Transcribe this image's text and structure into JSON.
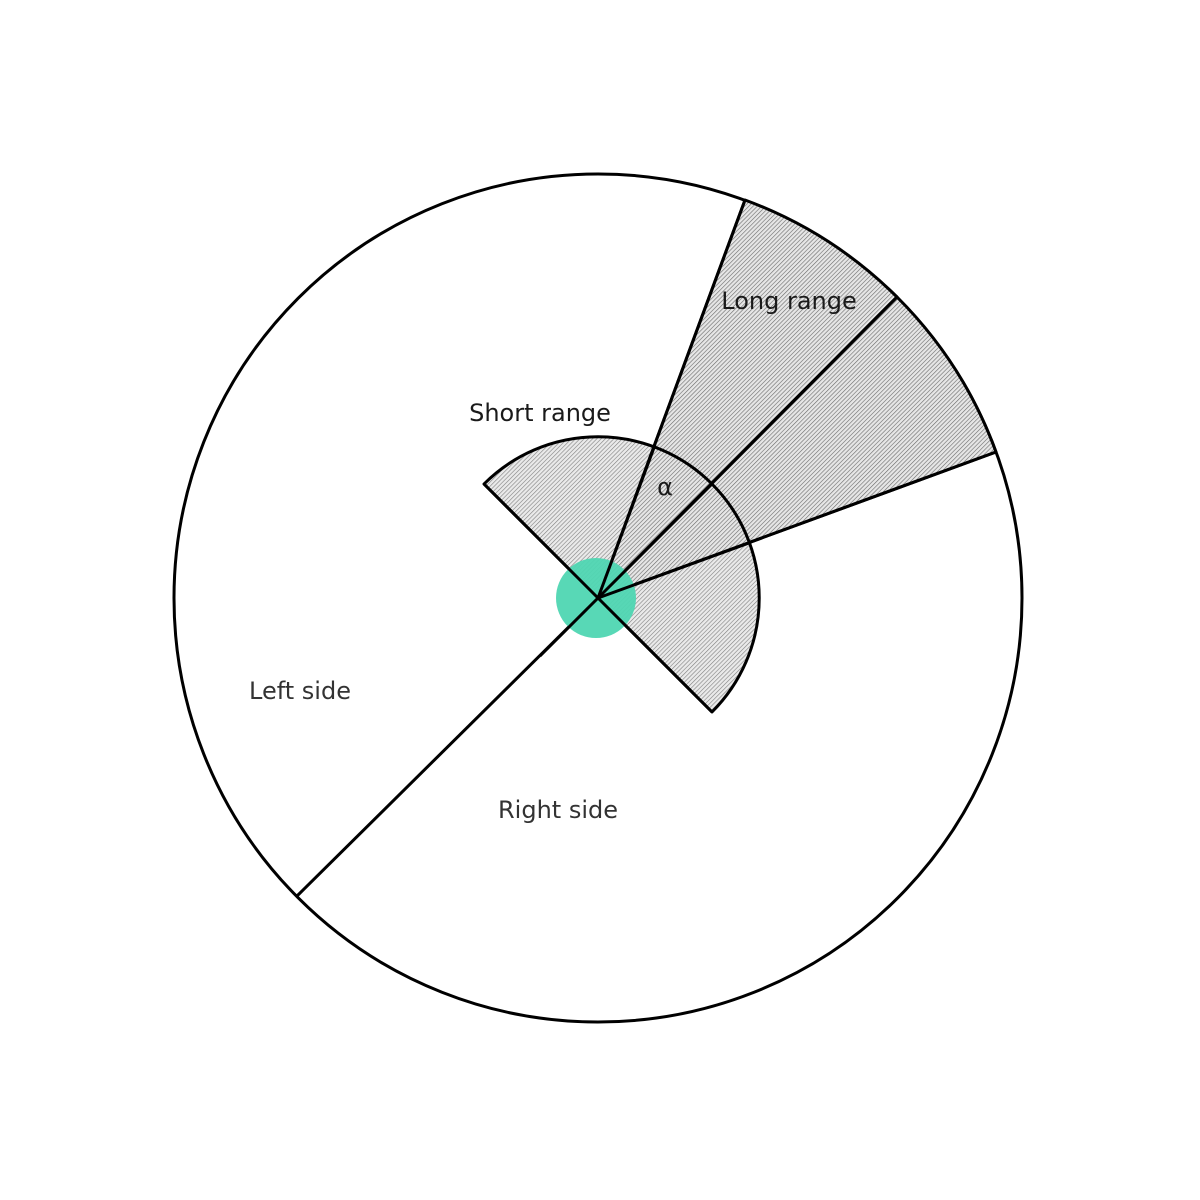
{
  "labels": {
    "long_range": "Long range",
    "short_range": "Short range",
    "alpha": "α",
    "left_side": "Left side",
    "right_side": "Right side"
  },
  "colors": {
    "outline": "#000000",
    "hatch": "#555555",
    "sector_fill": "#e0e0e0",
    "center_marker": "#4fd6b2",
    "background": "#ffffff"
  }
}
